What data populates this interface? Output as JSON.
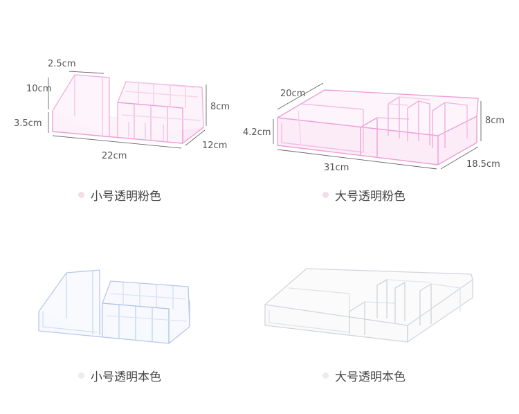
{
  "products": [
    {
      "id": "small-pink",
      "caption": "小号透明粉色",
      "dot_color": "#f3dceb",
      "tint": "#ec8fd0",
      "dims": {
        "height_back": "10cm",
        "height_front": "3.5cm",
        "back_wall": "2.5cm",
        "height_side": "8cm",
        "depth": "12cm",
        "width": "22cm"
      }
    },
    {
      "id": "large-pink",
      "caption": "大号透明粉色",
      "dot_color": "#f3dceb",
      "tint": "#ec8fd0",
      "dims": {
        "depth_top": "20cm",
        "height_front": "4.2cm",
        "height_side": "8cm",
        "width": "31cm",
        "depth": "18.5cm"
      }
    },
    {
      "id": "small-clear",
      "caption": "小号透明本色",
      "dot_color": "#ececec",
      "tint": "#aac2ea"
    },
    {
      "id": "large-clear",
      "caption": "大号透明本色",
      "dot_color": "#ececec",
      "tint": "#cfd3d8"
    }
  ]
}
